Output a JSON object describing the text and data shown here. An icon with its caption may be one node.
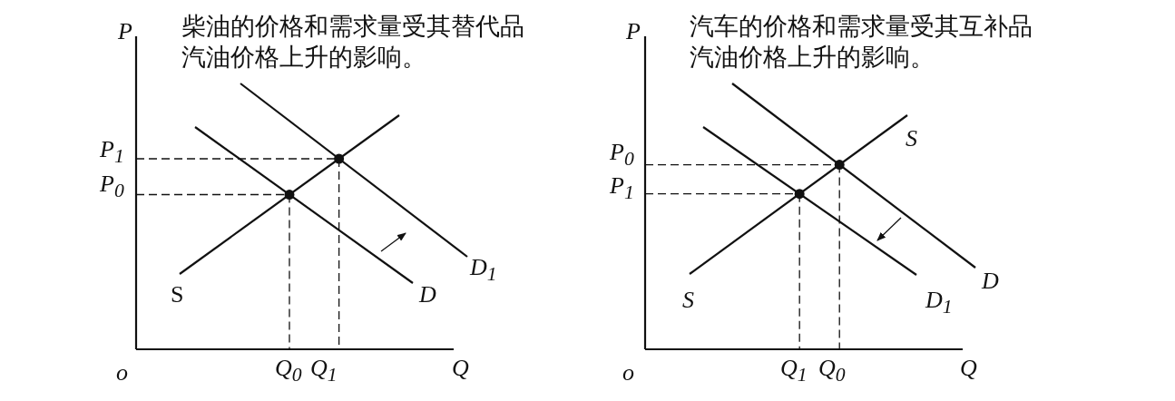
{
  "diagram": {
    "labels": [
      "P",
      "柴油的价格和需求量受其替代品汽油价格上升的影响。",
      "P$_{1}$",
      "P$_{0}$",
      "D$_{1}$",
      "S",
      "D",
      "o",
      "Q$_{0}$",
      "Q$_{1}$",
      "Q",
      "P",
      "汽车的价格和需求量受其互补品汽油价格上升的影响。",
      "P$_{0}$",
      "S",
      "P$_{1}$",
      "D",
      "S",
      "D$_{1}$",
      "o",
      "Q$_{1}$",
      "Q$_{0}$",
      "Q"
    ]
  }
}
